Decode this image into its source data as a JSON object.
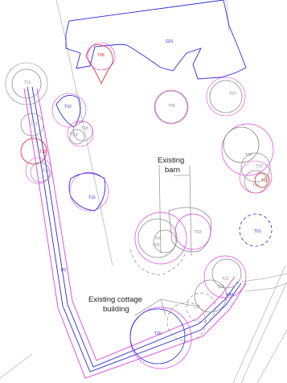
{
  "annotations": {
    "existing_barn_line1": "Existing",
    "existing_barn_line2": "barn",
    "existing_cottage_line1": "Existing cottage",
    "existing_cottage_line2": "building"
  },
  "tree_tags": {
    "g01": "G01",
    "t08_red": "T08",
    "t01_top": "T11",
    "t10": "T10",
    "t09": "T09",
    "t07": "T07",
    "t05": "T05",
    "t13": "T13",
    "t12_red": "T12",
    "t06": "T06",
    "t16": "T16",
    "t04": "T04",
    "t02": "T02",
    "t01_blue": "T01",
    "t03": "T03",
    "t20": "T20",
    "t21": "T21",
    "t22": "T22",
    "t23": "T23",
    "h01": "H01",
    "t14": "T14",
    "t15": "T15",
    "t17": "T17",
    "t18": "T18",
    "t19": "T19",
    "route_label": "H1"
  },
  "colors": {
    "route_blue": "#2b2bd6",
    "protection_magenta": "#e040e0",
    "canopy_grey": "#8a8a8a",
    "retained_red": "#e02020",
    "group_blue": "#2b2bd6",
    "building_grey": "#9a9a9a"
  }
}
